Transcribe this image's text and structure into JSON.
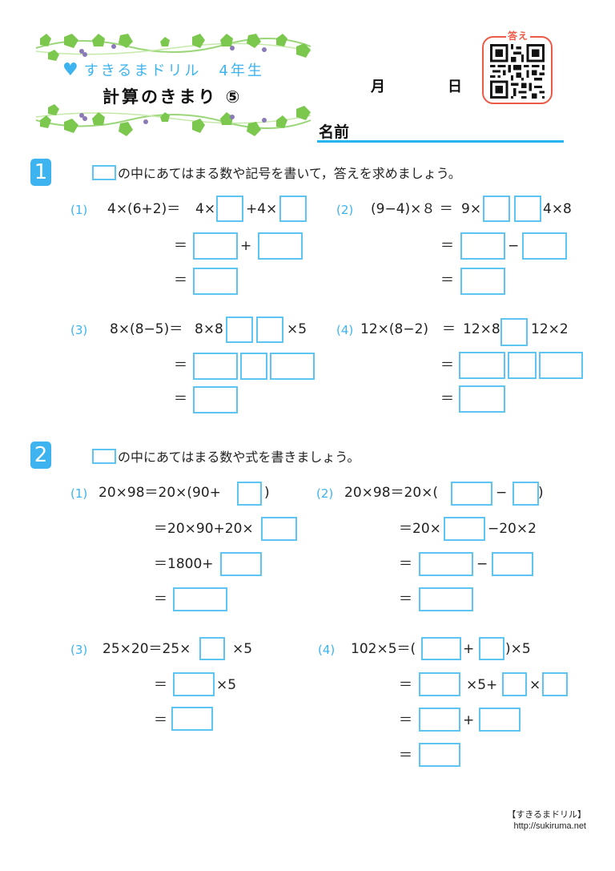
{
  "header": {
    "brand": "すきるまドリル",
    "grade": "4年生",
    "title": "計算のきまり ⑤",
    "month_label": "月",
    "day_label": "日",
    "name_label": "名前",
    "answer_qr_label": "答え",
    "heart_icon": "heart-icon"
  },
  "colors": {
    "accent_blue": "#3db4ef",
    "box_border": "#5ec5f3",
    "name_underline": "#27b4ee",
    "qr_frame": "#ec5a45"
  },
  "section1": {
    "badge": "1",
    "instruction": "の中にあてはまる数や記号を書いて，答えを求めましょう。",
    "problems": [
      {
        "number": "(1)",
        "lines": [
          {
            "lhs": "4×(6+2)＝",
            "parts": [
              "4×",
              "[ ]",
              "+4×",
              "[ ]"
            ]
          },
          {
            "lhs": "＝",
            "parts": [
              "[ ]",
              "+",
              "[ ]"
            ]
          },
          {
            "lhs": "＝",
            "parts": [
              "[ ]"
            ]
          }
        ],
        "texts": {
          "expr": "4×(6+2)＝",
          "p1": "4×",
          "p2": "+4×",
          "eq2": "＝",
          "plus": "+",
          "eq3": "＝"
        }
      },
      {
        "number": "(2)",
        "texts": {
          "expr": "(9−4)×８ ＝",
          "p1": "9×",
          "p2": "4×8",
          "eq2": "＝",
          "minus": "−",
          "eq3": "＝"
        }
      },
      {
        "number": "(3)",
        "texts": {
          "expr": "8×(8−5)＝",
          "p1": "8×8",
          "p2": "×5",
          "eq2": "＝",
          "eq3": "＝"
        }
      },
      {
        "number": "(4)",
        "texts": {
          "expr": "12×(8−2)",
          "eq1": "＝",
          "p1": "12×8",
          "p2": "12×2",
          "eq2": "＝",
          "eq3": "＝"
        }
      }
    ]
  },
  "section2": {
    "badge": "2",
    "instruction": "の中にあてはまる数や式を書きましょう。",
    "problems": [
      {
        "number": "(1)",
        "texts": {
          "expr": "20×98＝20×(90+",
          "close": ")",
          "l2": "＝20×90+20×",
          "l3": "＝1800+",
          "l4": "＝"
        }
      },
      {
        "number": "(2)",
        "texts": {
          "expr": "20×98＝20×(",
          "minus": "−",
          "close": ")",
          "l2a": "＝20×",
          "l2b": "−20×2",
          "l3": "＝",
          "minus2": "−",
          "l4": "＝"
        }
      },
      {
        "number": "(3)",
        "texts": {
          "expr": "25×20＝25×",
          "x5": "×5",
          "l2": "＝",
          "x5b": "×5",
          "l3": "＝"
        }
      },
      {
        "number": "(4)",
        "texts": {
          "expr": "102×5＝(",
          "plus": "+",
          "x5": ")×5",
          "l2": "＝",
          "x5plus": "×5+",
          "times": "×",
          "l3": "＝",
          "plus2": "+",
          "l4": "＝"
        }
      }
    ]
  },
  "footer": {
    "brand": "【すきるまドリル】",
    "url": "http://sukiruma.net"
  }
}
